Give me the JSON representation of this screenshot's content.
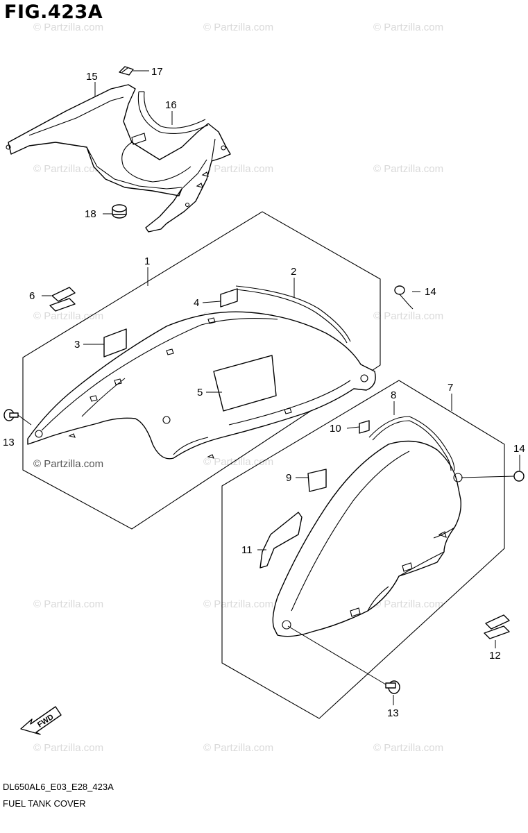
{
  "figure": {
    "title": "FIG.423A",
    "code": "DL650AL6_E03_E28_423A",
    "name": "FUEL TANK COVER",
    "watermark": "© Partzilla.com",
    "fwd_label": "FWD"
  },
  "callouts": {
    "c1": "1",
    "c2": "2",
    "c3": "3",
    "c4": "4",
    "c5": "5",
    "c6": "6",
    "c7": "7",
    "c8": "8",
    "c9": "9",
    "c10": "10",
    "c11": "11",
    "c12": "12",
    "c13a": "13",
    "c13b": "13",
    "c14a": "14",
    "c14b": "14",
    "c15": "15",
    "c16": "16",
    "c17": "17",
    "c18": "18"
  }
}
